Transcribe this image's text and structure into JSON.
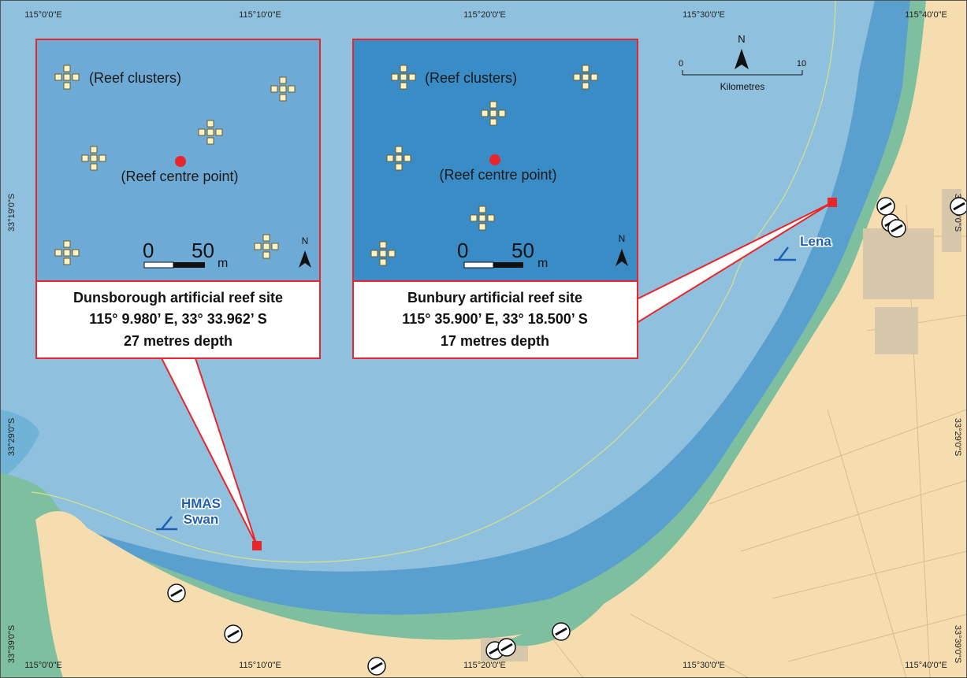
{
  "coords": {
    "top": [
      "115°0'0\"E",
      "115°10'0\"E",
      "115°20'0\"E",
      "115°30'0\"E",
      "115°40'0\"E"
    ],
    "bottom": [
      "115°0'0\"E",
      "115°10'0\"E",
      "115°20'0\"E",
      "115°30'0\"E",
      "115°40'0\"E"
    ],
    "left": [
      "33°19'0\"S",
      "33°29'0\"S",
      "33°39'0\"S"
    ],
    "right": [
      "33°19'0\"S",
      "33°29'0\"S",
      "33°39'0\"S"
    ]
  },
  "scalebar": {
    "north": "N",
    "start": "0",
    "end": "10",
    "unit": "Kilometres"
  },
  "places": {
    "hmas_line1": "HMAS",
    "hmas_line2": "Swan",
    "lena": "Lena"
  },
  "dunsborough": {
    "clusters_label": "(Reef clusters)",
    "centre_label": "(Reef centre point)",
    "scale_start": "0",
    "scale_end": "50",
    "scale_unit": "m",
    "north": "N",
    "title": "Dunsborough artificial reef site",
    "coords": "115° 9.980’ E, 33° 33.962’ S",
    "depth": "27 metres depth"
  },
  "bunbury": {
    "clusters_label": "(Reef clusters)",
    "centre_label": "(Reef centre point)",
    "scale_start": "0",
    "scale_end": "50",
    "scale_unit": "m",
    "north": "N",
    "title": "Bunbury artificial reef site",
    "coords": "115° 35.900’ E, 33° 18.500’ S",
    "depth": "17 metres depth"
  },
  "colors": {
    "deep_water": "#8fc1de",
    "shallow_water": "#5aa0cf",
    "land": "#f6ddb0",
    "coastal_green": "#7dbf9f",
    "marker": "#e8262b",
    "inset_left": "#6eaad6",
    "inset_right": "#3a8cc7"
  }
}
